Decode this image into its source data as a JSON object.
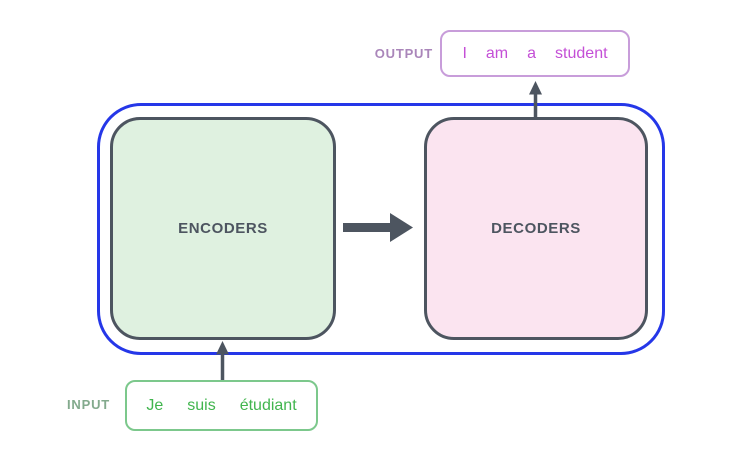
{
  "encoders": {
    "label": "ENCODERS"
  },
  "decoders": {
    "label": "DECODERS"
  },
  "output": {
    "label": "OUTPUT",
    "tokens": [
      "I",
      "am",
      "a",
      "student"
    ]
  },
  "input": {
    "label": "INPUT",
    "tokens": [
      "Je",
      "suis",
      "étudiant"
    ]
  },
  "colors": {
    "background": "#ffffff",
    "accent_blue": "#2537e8",
    "box_border": "#4d5560",
    "arrow": "#4d5560",
    "encoder_fill": "#dff1e0",
    "decoder_fill": "#fbe4f0",
    "output_border": "#c89dda",
    "output_text": "#c44fd6",
    "output_label": "#aa86ba",
    "input_border": "#7cc88c",
    "input_text": "#41b54e",
    "input_label": "#83aa8d"
  }
}
